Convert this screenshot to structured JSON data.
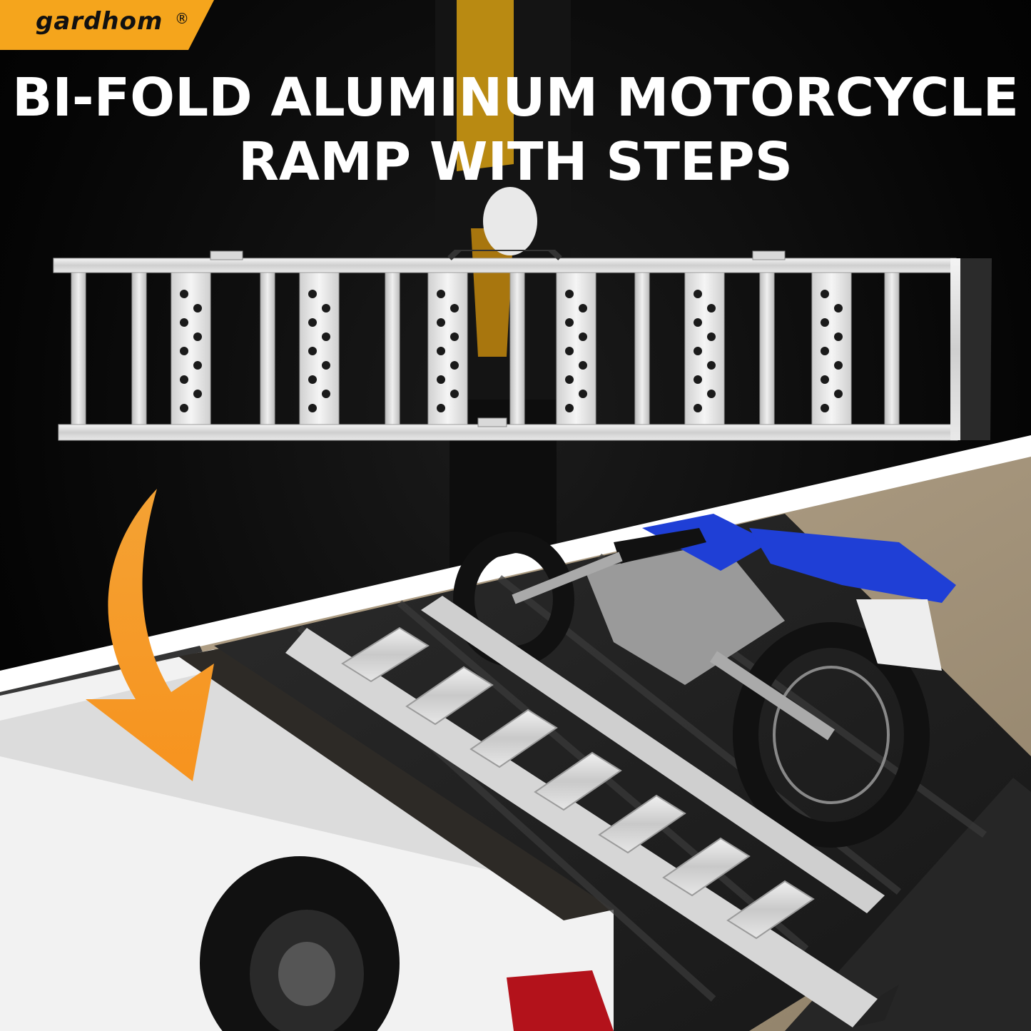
{
  "brand": {
    "logo_text": "gardhom",
    "registered_mark": "®",
    "accent_color": "#f5a51c"
  },
  "headline": {
    "line1": "BI-FOLD ALUMINUM MOTORCYCLE",
    "line2": "RAMP WITH STEPS"
  },
  "colors": {
    "background": "#000000",
    "text": "#ffffff",
    "ramp_aluminum": "#d9d9d9",
    "motorcycle_blue": "#1f3fd6",
    "arrow_orange": "#f7931e",
    "truck_white": "#f2f2f2"
  },
  "icons": {
    "arrow": "curved-down-arrow-icon"
  }
}
